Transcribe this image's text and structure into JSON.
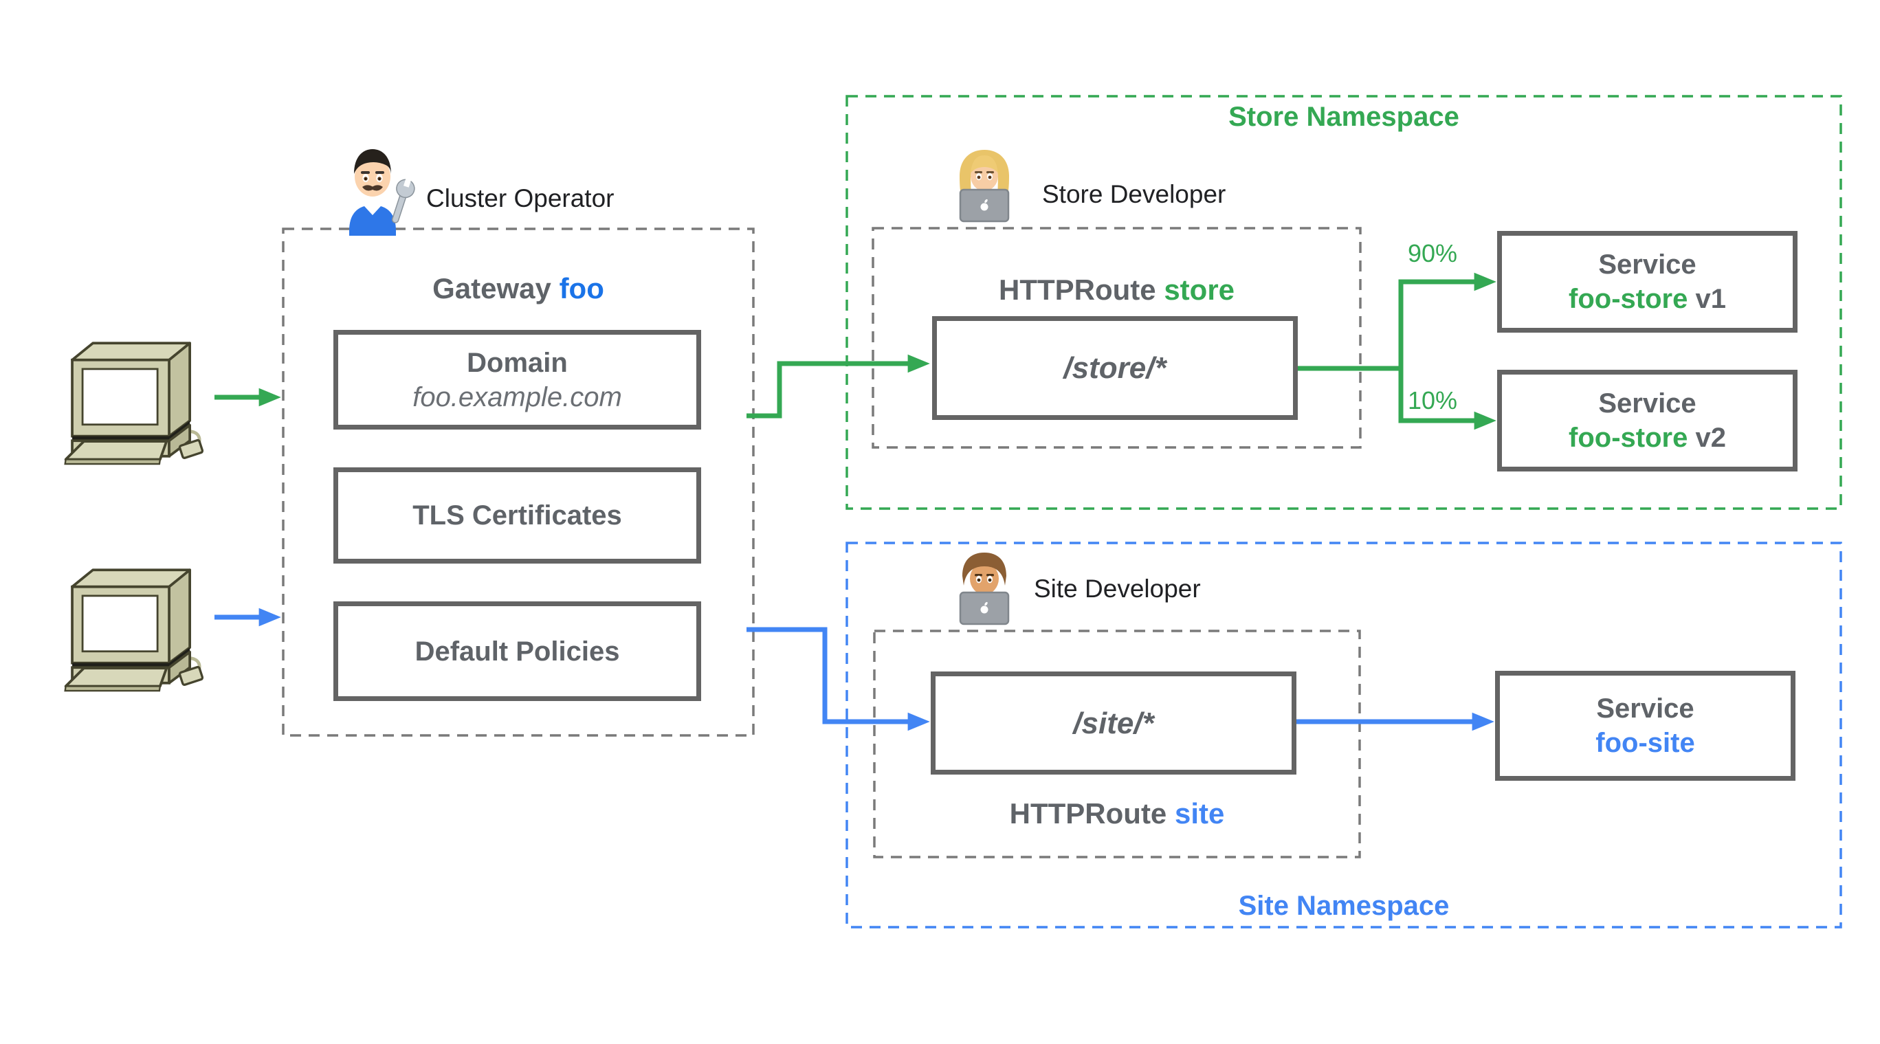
{
  "colors": {
    "green": "#34A853",
    "blue": "#4285F4",
    "foo_blue": "#1A73E8",
    "text_gray": "#5F6368",
    "border_gray": "#646464",
    "dash_gray": "#7a7a7a",
    "black": "#202124"
  },
  "clients": {
    "icon": "retro-computer",
    "count": 2
  },
  "gateway": {
    "actor": {
      "icon": "man-mechanic",
      "label": "Cluster Operator"
    },
    "title": {
      "prefix": "Gateway",
      "name": "foo"
    },
    "domain": {
      "title": "Domain",
      "value": "foo.example.com"
    },
    "tls": {
      "label": "TLS Certificates"
    },
    "policies": {
      "label": "Default Policies"
    }
  },
  "store_namespace": {
    "label": "Store Namespace",
    "actor": {
      "icon": "woman-technologist",
      "label": "Store Developer"
    },
    "route": {
      "prefix": "HTTPRoute",
      "name": "store",
      "path": "/store/*"
    },
    "split": {
      "v1_weight": "90%",
      "v2_weight": "10%"
    },
    "services": [
      {
        "title": "Service",
        "name": "foo-store",
        "suffix": " v1"
      },
      {
        "title": "Service",
        "name": "foo-store",
        "suffix": " v2"
      }
    ]
  },
  "site_namespace": {
    "label": "Site Namespace",
    "actor": {
      "icon": "man-technologist",
      "label": "Site Developer"
    },
    "route": {
      "prefix": "HTTPRoute",
      "name": "site",
      "path": "/site/*"
    },
    "service": {
      "title": "Service",
      "name": "foo-site"
    }
  }
}
